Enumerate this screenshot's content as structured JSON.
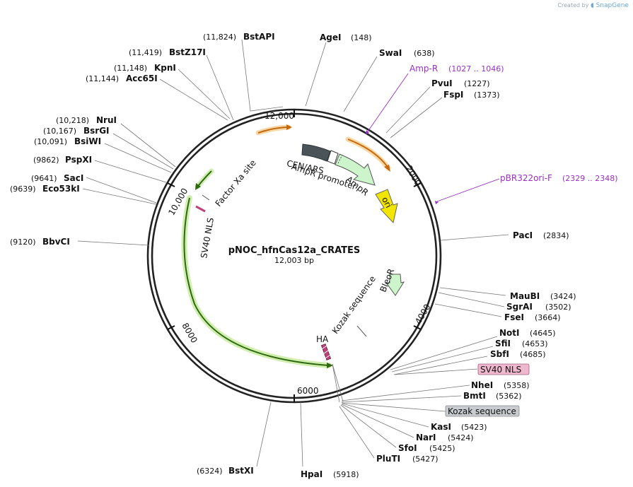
{
  "credit": {
    "prefix": "Created by",
    "brand": "SnapGene"
  },
  "plasmid": {
    "name": "pNOC_hfnCas12a_CRATES",
    "size": "12,003 bp"
  },
  "ticks": {
    "t2000": "2000",
    "t4000": "4000",
    "t6000": "6000",
    "t8000": "8000",
    "t10000": "10,000",
    "t12000": "12,000"
  },
  "features": {
    "cen_ars": "CEN/ARS",
    "ampr_promoter": "AmpR promoter",
    "ampr": "AmpR",
    "ori": "ori",
    "bleor": "BleoR",
    "kozak": "Kozak sequence",
    "ha": "HA",
    "sv40_nls": "SV40 NLS",
    "factor_xa": "Factor Xa site"
  },
  "enzymes": [
    {
      "name": "BstAPI",
      "pos": "(11,824)"
    },
    {
      "name": "AgeI",
      "pos": "(148)"
    },
    {
      "name": "BstZ17I",
      "pos": "(11,419)"
    },
    {
      "name": "SwaI",
      "pos": "(638)"
    },
    {
      "name": "KpnI",
      "pos": "(11,148)"
    },
    {
      "name": "Acc65I",
      "pos": "(11,144)"
    },
    {
      "name": "PvuI",
      "pos": "(1227)"
    },
    {
      "name": "FspI",
      "pos": "(1373)"
    },
    {
      "name": "NruI",
      "pos": "(10,218)"
    },
    {
      "name": "BsrGI",
      "pos": "(10,167)"
    },
    {
      "name": "BsiWI",
      "pos": "(10,091)"
    },
    {
      "name": "PspXI",
      "pos": "(9862)"
    },
    {
      "name": "SacI",
      "pos": "(9641)"
    },
    {
      "name": "Eco53kI",
      "pos": "(9639)"
    },
    {
      "name": "PacI",
      "pos": "(2834)"
    },
    {
      "name": "BbvCI",
      "pos": "(9120)"
    },
    {
      "name": "MauBI",
      "pos": "(3424)"
    },
    {
      "name": "SgrAI",
      "pos": "(3502)"
    },
    {
      "name": "FseI",
      "pos": "(3664)"
    },
    {
      "name": "NotI",
      "pos": "(4645)"
    },
    {
      "name": "SfiI",
      "pos": "(4653)"
    },
    {
      "name": "SbfI",
      "pos": "(4685)"
    },
    {
      "name": "NheI",
      "pos": "(5358)"
    },
    {
      "name": "BmtI",
      "pos": "(5362)"
    },
    {
      "name": "KasI",
      "pos": "(5423)"
    },
    {
      "name": "NarI",
      "pos": "(5424)"
    },
    {
      "name": "SfoI",
      "pos": "(5425)"
    },
    {
      "name": "PluTI",
      "pos": "(5427)"
    },
    {
      "name": "BstXI",
      "pos": "(6324)"
    },
    {
      "name": "HpaI",
      "pos": "(5918)"
    }
  ],
  "primers": [
    {
      "name": "Amp-R",
      "range": "(1027 .. 1046)"
    },
    {
      "name": "pBR322ori-F",
      "range": "(2329 .. 2348)"
    }
  ],
  "boxed_labels": {
    "sv40_nls": "SV40 NLS",
    "kozak": "Kozak sequence"
  },
  "colors": {
    "orange": "#f0a030",
    "green": "#8ccf38",
    "cen": "#4a5358",
    "ampr": "#ccf5cc",
    "ori": "#f2e600",
    "ha": "#c0407a",
    "primer": "#9a2fc4",
    "sv40_box": "#f0b8cf",
    "kozak_box": "#c8ccd0"
  }
}
